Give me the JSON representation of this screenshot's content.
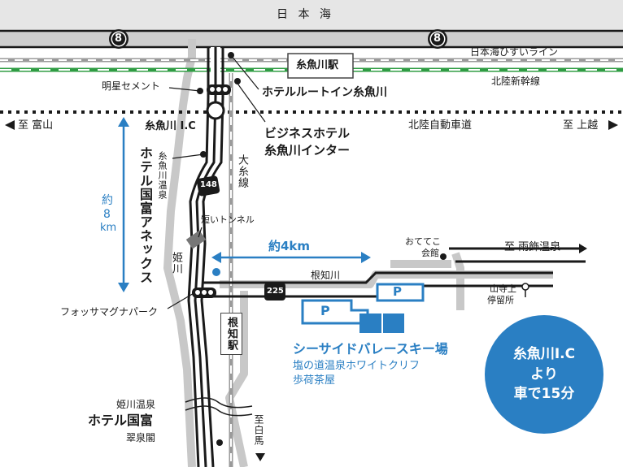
{
  "sea": "日 本 海",
  "route_shields": {
    "national": "8",
    "prefectural_148": "148",
    "prefectural_225": "225"
  },
  "labels": {
    "hisui_line": "日本海ひすいライン",
    "shinkansen": "北陸新幹線",
    "itoigawa_station": "糸魚川駅",
    "meisei_cement": "明星セメント",
    "hotel_route_inn": "ホテルルートイン糸魚川",
    "to_toyama": "至 富山",
    "itoigawa_ic": "糸魚川 I.C",
    "business_hotel_1": "ビジネスホテル",
    "business_hotel_2": "糸魚川インター",
    "expressway": "北陸自動車道",
    "to_joetsu": "至 上越",
    "annex_1": "糸魚川温泉",
    "annex_2": "ホテル国富アネックス",
    "approx_8km_1": "約",
    "approx_8km_2": "8",
    "approx_8km_3": "km",
    "oito_line": "大糸線",
    "short_tunnel": "短いトンネル",
    "approx_4km": "約4km",
    "oteteko": "おててこ",
    "kaikan": "会館",
    "to_amakazari": "至 雨飾温泉",
    "himekawa": "姫川",
    "nechi_river": "根知川",
    "yamaderakami": "山寺上",
    "bus_stop": "停留所",
    "fossa_magna": "フォッサマグナパーク",
    "nechi_station": "根知駅",
    "parking": "P",
    "ski_resort": "シーサイドバレースキー場",
    "white_cliff": "塩の道温泉ホワイトクリフ",
    "hoka_chaya": "歩荷茶屋",
    "himekawa_onsen": "姫川温泉",
    "hotel_kokufu": "ホテル国富",
    "suisenkaku": "翠泉閣",
    "to_hakuba": "至白馬"
  },
  "badge": {
    "line1": "糸魚川I.C",
    "line2": "より",
    "line3": "車で15分"
  },
  "colors": {
    "road": "#1a1a1a",
    "gray_road": "#c8c8c8",
    "shinkansen": "#2f9c43",
    "accent_blue": "#2a7fc3",
    "sea": "#e6e6e6"
  }
}
